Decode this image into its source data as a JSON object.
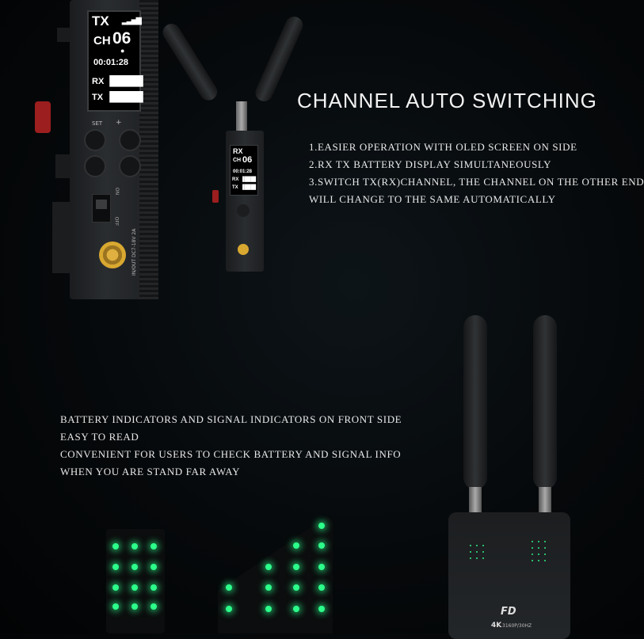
{
  "heading": "CHANNEL AUTO SWITCHING",
  "features": [
    "1.EASIER OPERATION WITH OLED SCREEN ON SIDE",
    "2.RX TX BATTERY DISPLAY SIMULTANEOUSLY",
    "3.SWITCH TX(RX)CHANNEL, THE CHANNEL ON THE OTHER END",
    "WILL CHANGE TO THE SAME AUTOMATICALLY"
  ],
  "description": [
    "BATTERY INDICATORS AND SIGNAL INDICATORS ON FRONT SIDE",
    "EASY TO READ",
    "CONVENIENT FOR USERS TO CHECK BATTERY AND SIGNAL INFO",
    "WHEN YOU ARE STAND FAR AWAY"
  ],
  "oled_large": {
    "mode": "TX",
    "channel_prefix": "CH",
    "channel": "06",
    "timer": "00:01:28",
    "rx_label": "RX",
    "tx_label": "TX"
  },
  "device_labels": {
    "set": "SET",
    "plus": "+",
    "on": "ON",
    "off": "OFF",
    "power_in": "IN/OUT DC7-18V 2A"
  },
  "oled_small": {
    "mode": "RX",
    "channel_prefix": "CH",
    "channel": "06",
    "timer": "00:01:28",
    "rx_label": "RX",
    "tx_label": "TX"
  },
  "receiver": {
    "brand": "FD",
    "resolution": "4K",
    "spec": "3160P/30HZ"
  },
  "colors": {
    "led": "#2cff8a",
    "text": "#e8e8e8",
    "background": "#06090b"
  }
}
